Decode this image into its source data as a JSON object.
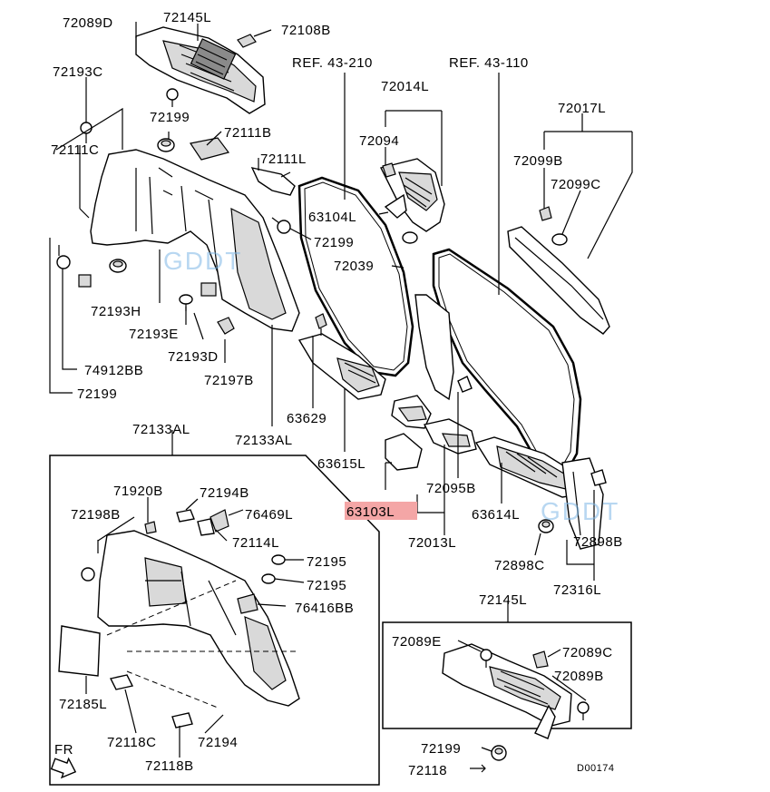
{
  "labels": {
    "p72089D": "72089D",
    "p72145L_top": "72145L",
    "p72108B": "72108B",
    "ref_43_210": "REF. 43-210",
    "ref_43_110": "REF. 43-110",
    "p72193C": "72193C",
    "p72199_a": "72199",
    "p72111B": "72111B",
    "p72014L": "72014L",
    "p72017L": "72017L",
    "p72094": "72094",
    "p72111C": "72111C",
    "p72111L": "72111L",
    "p72099B": "72099B",
    "p72099C": "72099C",
    "p63104L": "63104L",
    "p72199_b": "72199",
    "p72039": "72039",
    "p72193H": "72193H",
    "p72193E": "72193E",
    "p72193D": "72193D",
    "p74912BB": "74912BB",
    "p72197B": "72197B",
    "p72199_c": "72199",
    "p63629": "63629",
    "p72133AL_a": "72133AL",
    "p63615L": "63615L",
    "p72133AL_b": "72133AL",
    "p72095B": "72095B",
    "p63103L": "63103L",
    "p63614L": "63614L",
    "p72898B": "72898B",
    "p72013L": "72013L",
    "p72898C": "72898C",
    "p72316L": "72316L",
    "p71920B": "71920B",
    "p72194B": "72194B",
    "p72198B": "72198B",
    "p76469L": "76469L",
    "p72114L": "72114L",
    "p72195_a": "72195",
    "p72195_b": "72195",
    "p76416BB": "76416BB",
    "p72145L_bot": "72145L",
    "p72089E": "72089E",
    "p72089C": "72089C",
    "p72089B": "72089B",
    "p72185L": "72185L",
    "p72118C": "72118C",
    "p72194": "72194",
    "p72118B": "72118B",
    "p72199_d": "72199",
    "p72118": "72118",
    "fr": "FR",
    "diagram_code": "D00174"
  },
  "watermark": "GDDT",
  "highlight_color": "#f4a6a6"
}
